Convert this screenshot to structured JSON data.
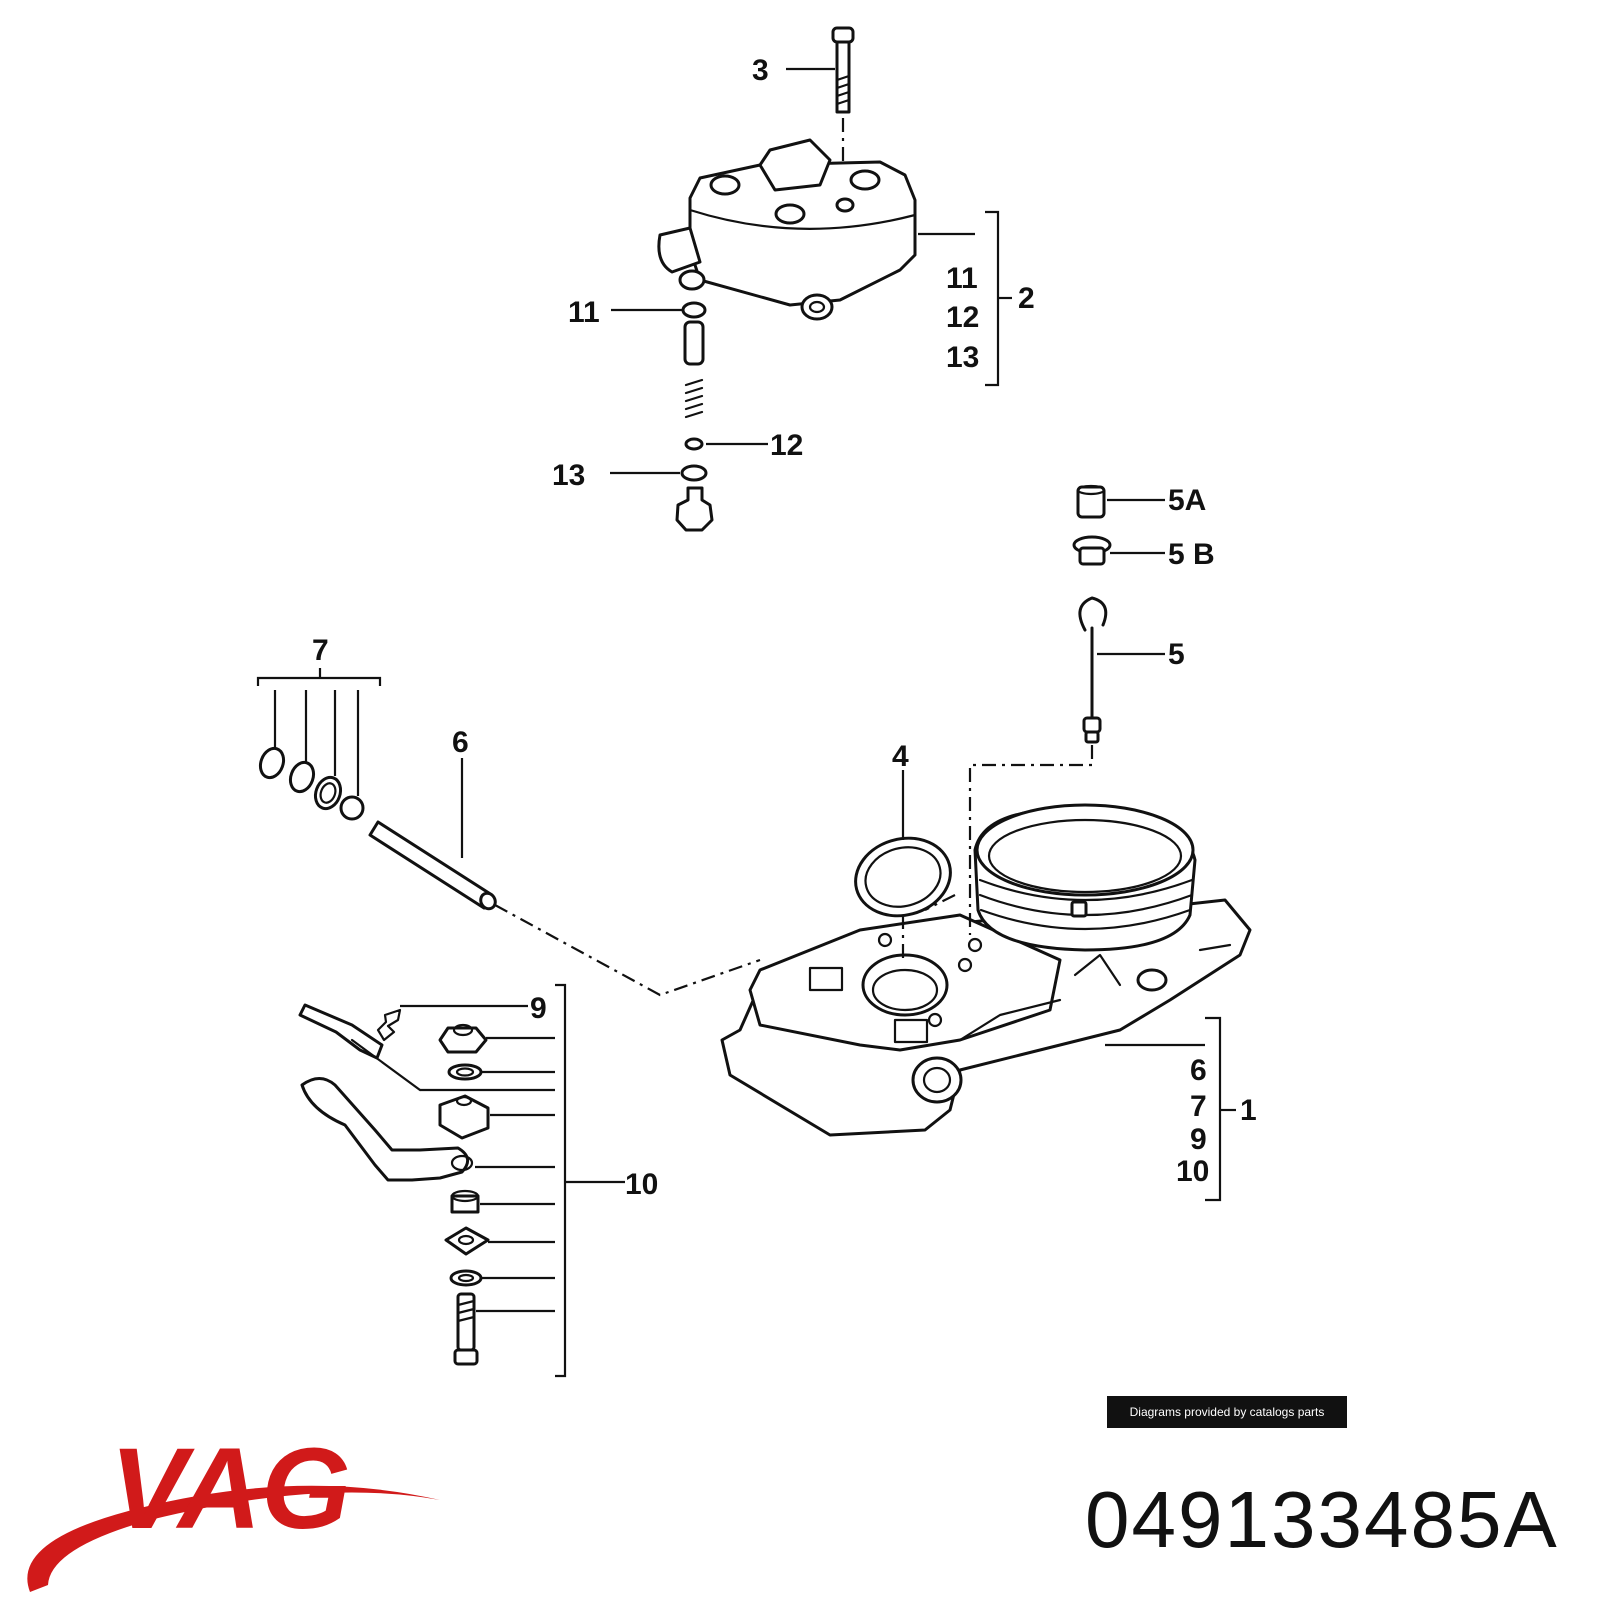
{
  "callouts": {
    "c3": "3",
    "c2": "2",
    "c11a": "11",
    "c12a": "12",
    "c13a": "13",
    "c11b": "11",
    "c12b": "12",
    "c13b": "13",
    "c5a": "5A",
    "c5b": "5 B",
    "c5": "5",
    "c4": "4",
    "c7": "7",
    "c6": "6",
    "c9": "9",
    "c10": "10",
    "c1": "1",
    "c1_6": "6",
    "c1_7": "7",
    "c1_9": "9",
    "c1_10": "10"
  },
  "credit": "Diagrams provided by catalogs parts",
  "brand": {
    "logo_text": "VAG",
    "logo_color": "#d11a1a"
  },
  "part_number": "049133485A"
}
